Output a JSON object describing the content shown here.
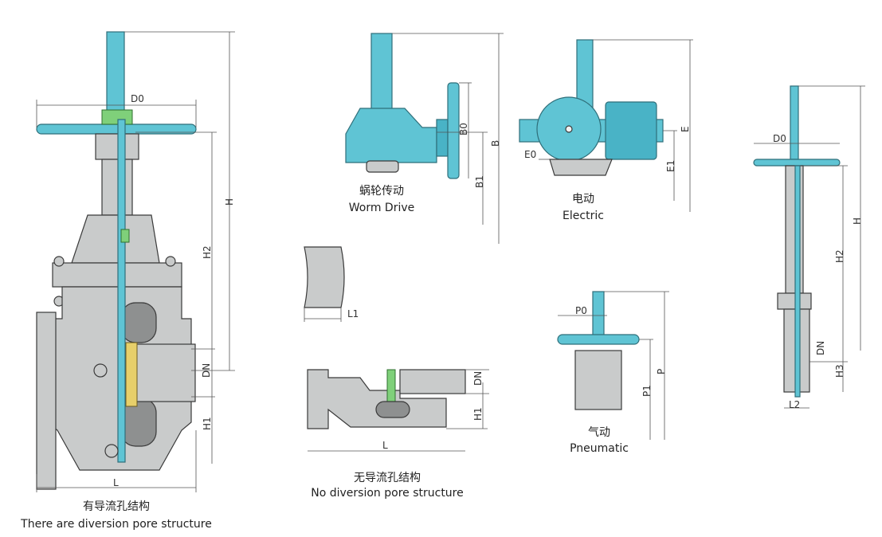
{
  "views": {
    "with_diversion": {
      "caption_cn": "有导流孔结构",
      "caption_en": "There are diversion pore structure",
      "dims": {
        "d0": "D0",
        "h": "H",
        "h2": "H2",
        "dn": "DN",
        "h1": "H1",
        "l": "L"
      }
    },
    "worm_drive": {
      "caption_cn": "蜗轮传动",
      "caption_en": "Worm Drive",
      "dims": {
        "b0": "B0",
        "b": "B",
        "b1": "B1"
      }
    },
    "electric": {
      "caption_cn": "电动",
      "caption_en": "Electric",
      "dims": {
        "e0": "E0",
        "e": "E",
        "e1": "E1"
      }
    },
    "side_view": {
      "dims": {
        "d0": "D0",
        "h": "H",
        "h2": "H2",
        "dn": "DN",
        "h3": "H3",
        "l2": "L2"
      }
    },
    "l1_section": {
      "dims": {
        "l1": "L1"
      }
    },
    "no_diversion": {
      "caption_cn": "无导流孔结构",
      "caption_en": "No diversion pore structure",
      "dims": {
        "dn": "DN",
        "h1": "H1",
        "l": "L"
      }
    },
    "pneumatic": {
      "caption_cn": "气动",
      "caption_en": "Pneumatic",
      "dims": {
        "p0": "P0",
        "p": "P",
        "p1": "P1"
      }
    }
  },
  "colors": {
    "blue": "#5fc4d4",
    "gray": "#c9cbcb",
    "green": "#7fd07a",
    "yellow": "#e7cf6a"
  }
}
